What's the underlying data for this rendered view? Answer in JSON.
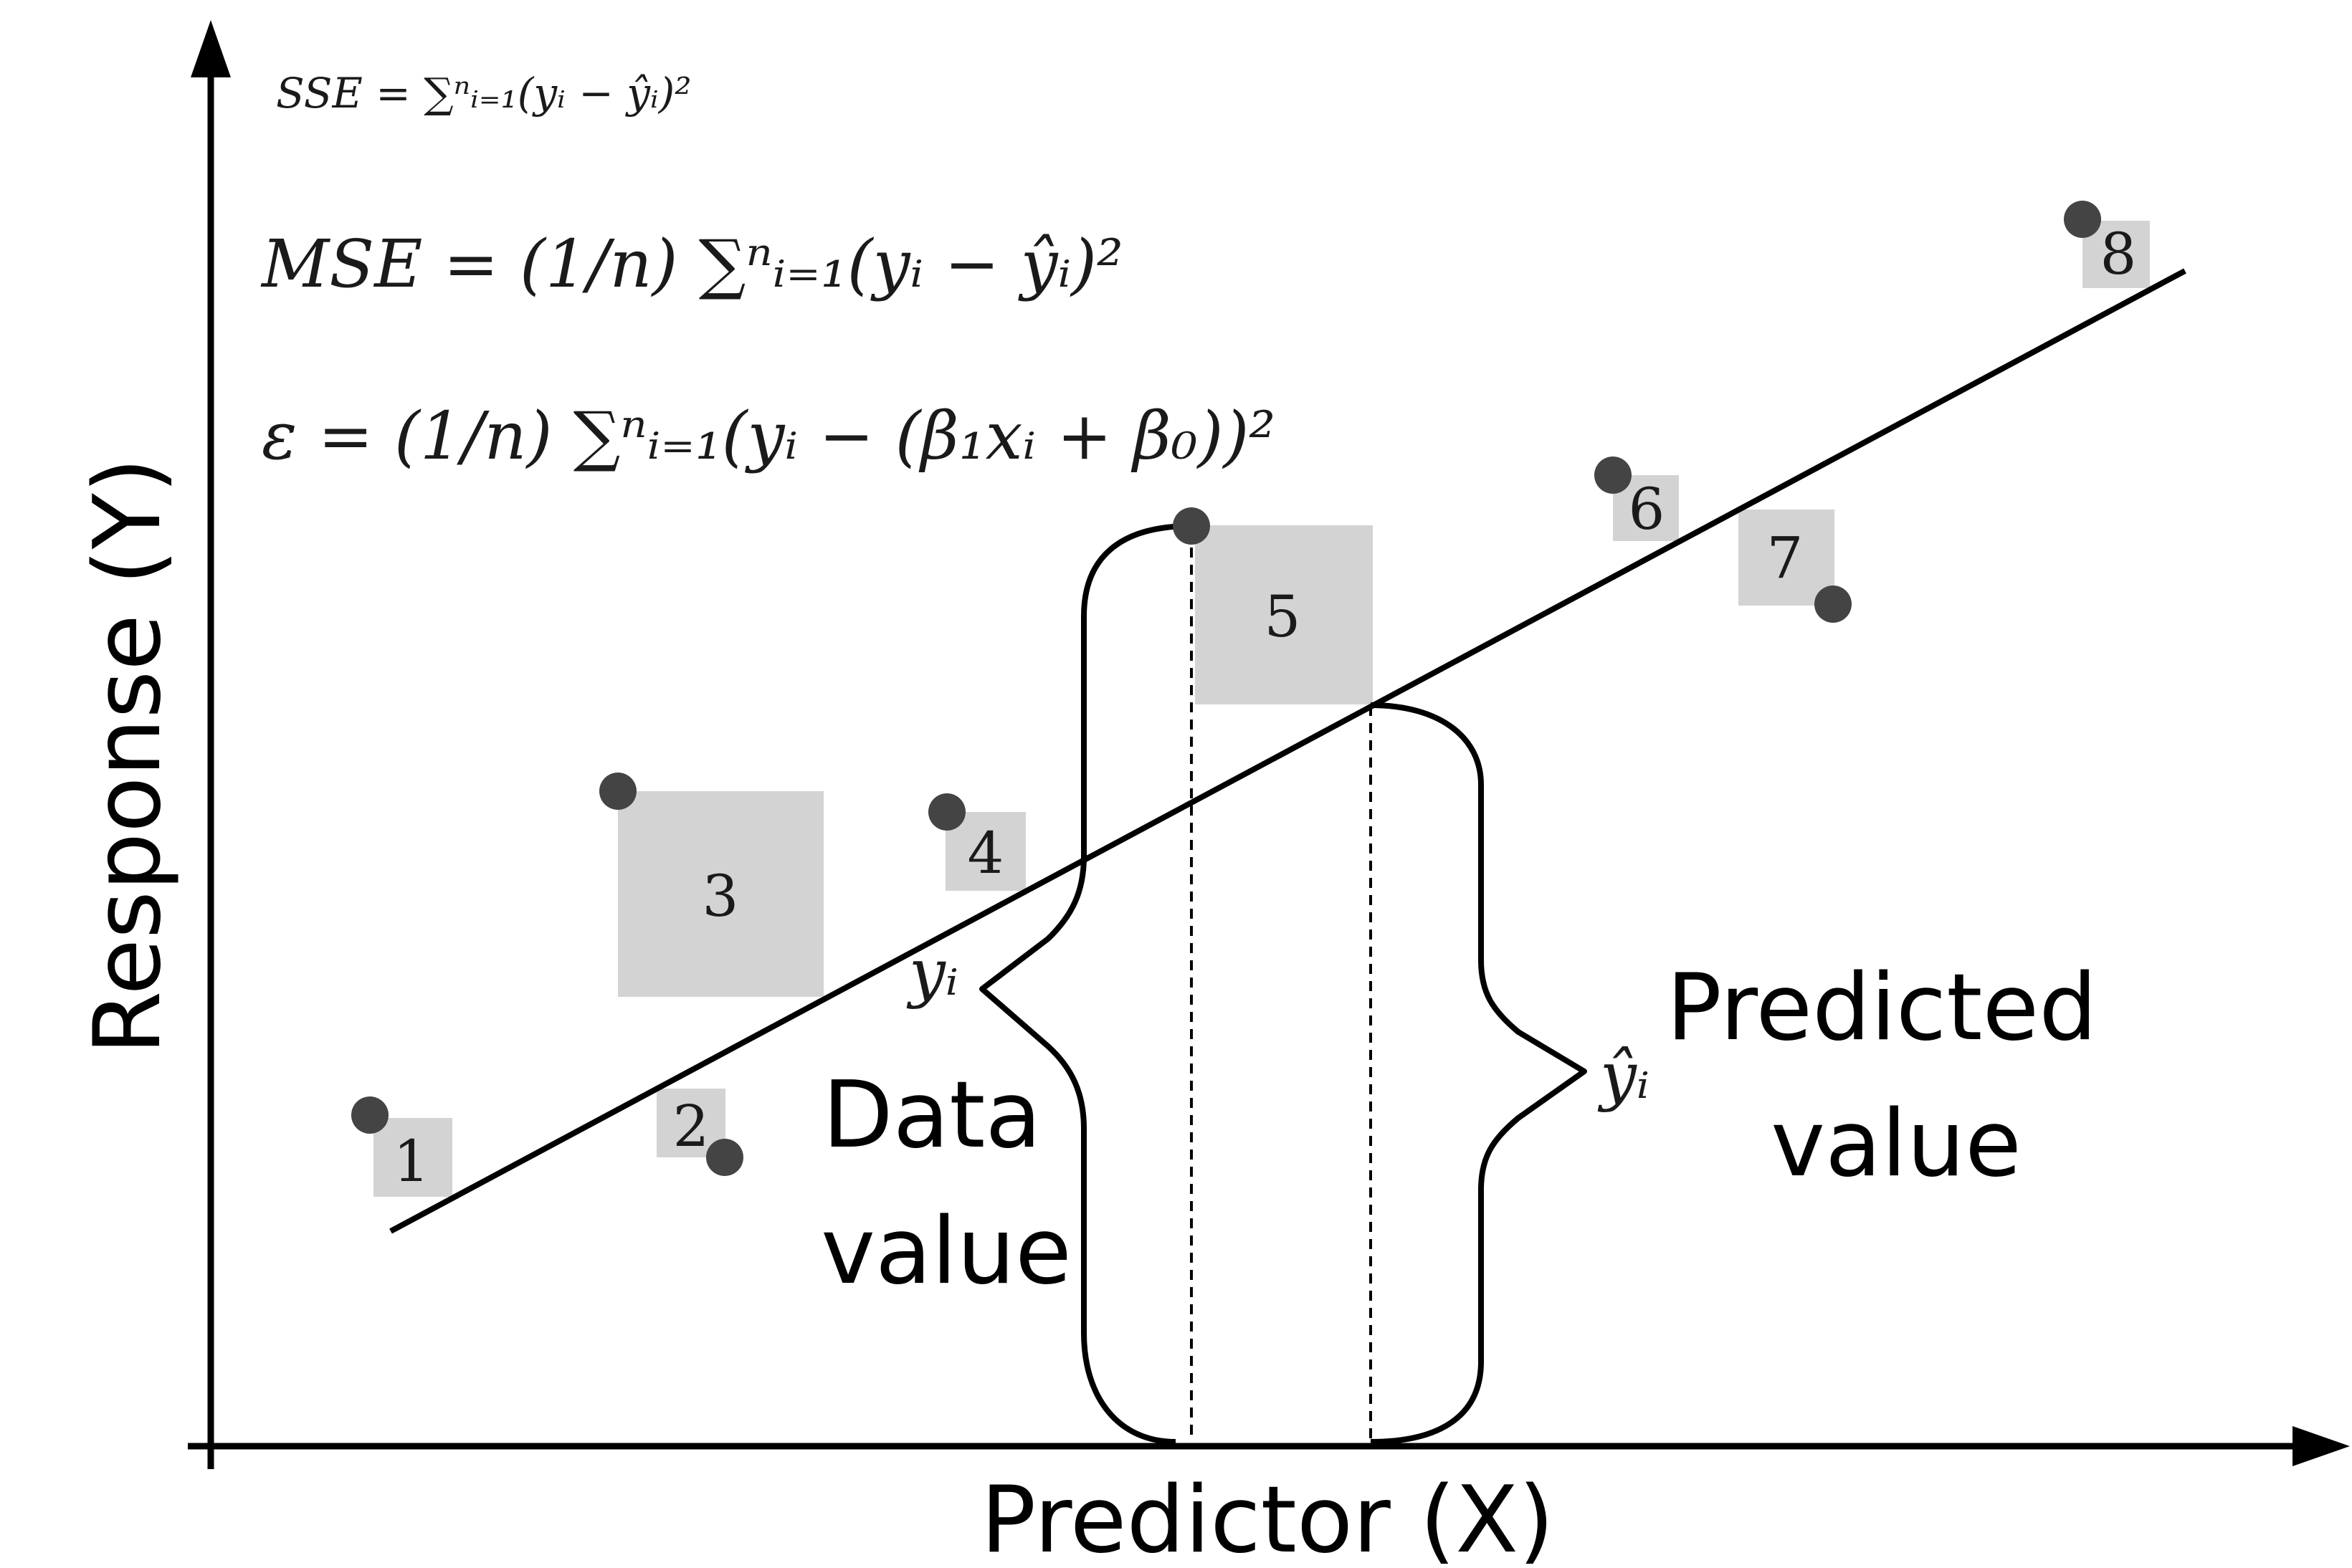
{
  "axes": {
    "x_label": "Predictor (X)",
    "y_label": "Response (Y)"
  },
  "formulas": {
    "sse": "SSE = ∑ⁿᵢ₌₁(yᵢ − ŷᵢ)²",
    "mse": "MSE = (1/n) ∑ⁿᵢ₌₁(yᵢ − ŷᵢ)²",
    "epsilon": "ε = (1/n) ∑ⁿᵢ₌₁(yᵢ − (β₁xᵢ + β₀))²"
  },
  "annotations": {
    "data_symbol": "yᵢ",
    "data_line1": "Data",
    "data_line2": "value",
    "pred_symbol": "ŷᵢ",
    "pred_line1": "Predicted",
    "pred_line2": "value"
  },
  "points": [
    {
      "label": "1"
    },
    {
      "label": "2"
    },
    {
      "label": "3"
    },
    {
      "label": "4"
    },
    {
      "label": "5"
    },
    {
      "label": "6"
    },
    {
      "label": "7"
    },
    {
      "label": "8"
    }
  ],
  "colors": {
    "point": "#444444",
    "square": "#d3d3d3",
    "line": "#000000"
  }
}
